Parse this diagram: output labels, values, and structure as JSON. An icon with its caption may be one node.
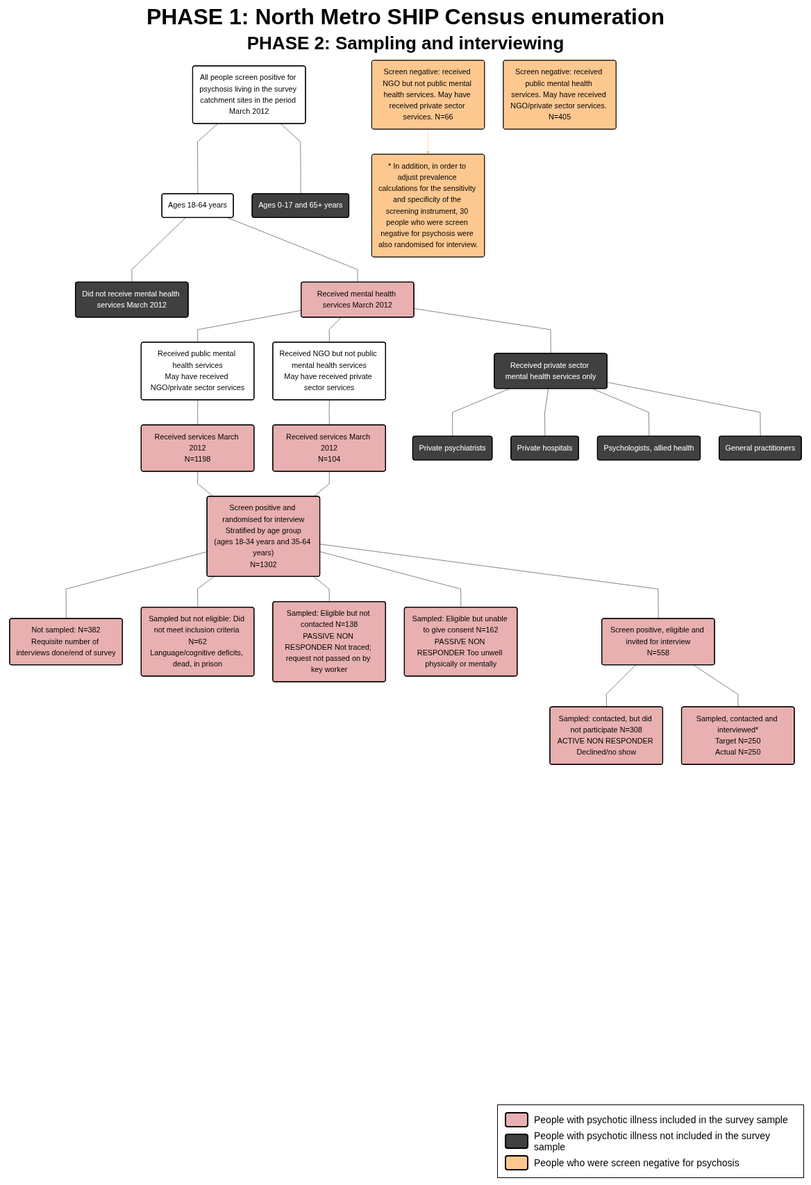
{
  "diagram": {
    "title": "PHASE 1: North Metro SHIP Census enumeration",
    "nodes": [
      {
        "text": [
          "Screen negative: received public mental health services. May have received NGO/private sector services. N=405"
        ]
      },
      {
        "text": [
          "Screen negative: received NGO but not public mental health services. May have received private sector services. N=66"
        ]
      },
      {
        "text": [
          "All people screen positive for psychosis living in the survey catchment sites in the period March 2012"
        ]
      },
      {
        "text": [
          "Ages 18-64 years"
        ]
      },
      {
        "text": [
          "Ages 0-17 and 65+ years"
        ]
      },
      {
        "text": [
          "Received mental health services March 2012"
        ]
      },
      {
        "text": [
          "Did not receive mental health services March 2012"
        ]
      },
      {
        "text": [
          "Received public mental health services",
          "May have received NGO/private sector services"
        ]
      },
      {
        "text": [
          "Received NGO but not public mental health services",
          "May have received private sector services"
        ]
      },
      {
        "text": [
          "Received private sector mental health services only"
        ]
      },
      {
        "text": [
          "Received services March 2012",
          "N=1198"
        ]
      },
      {
        "text": [
          "Received services March 2012",
          "N=104"
        ]
      },
      {
        "text": [
          "Private psychiatrists"
        ]
      },
      {
        "text": [
          "Private hospitals"
        ]
      },
      {
        "text": [
          "Psychologists, allied health"
        ]
      },
      {
        "text": [
          "General practitioners"
        ]
      },
      {
        "text": [
          "Screen positive and randomised for interview",
          "Stratified by age group",
          "(ages 18-34 years and 35-64 years)",
          "N=1302"
        ]
      },
      {
        "text": [
          "Not sampled: N=382",
          "Requisite number of interviews done/end of survey"
        ]
      },
      {
        "text": [
          "Sampled but not eligible: Did not meet inclusion criteria N=62",
          "Language/cognitive deficits, dead, in prison"
        ]
      },
      {
        "text": [
          "Sampled: Eligible but not contacted N=138",
          "PASSIVE NON RESPONDER Not traced; request not passed on by key worker"
        ]
      },
      {
        "text": [
          "Sampled: Eligible but unable to give consent N=162",
          "PASSIVE NON RESPONDER Too unwell physically or mentally"
        ]
      },
      {
        "text": [
          "Screen positive, eligible and invited for interview",
          "N=558"
        ]
      },
      {
        "text": [
          "Sampled: contacted, but did not participate N=308",
          "ACTIVE NON RESPONDER Declined/no show"
        ]
      },
      {
        "text": [
          "Sampled, contacted and interviewed*",
          "Target N=250",
          "Actual N=250"
        ]
      },
      {
        "text": [
          "* In addition, in order to adjust prevalence calculations for the sensitivity and specificity of the screening instrument, 30 people who were screen negative for psychosis were also randomised for interview."
        ]
      }
    ],
    "edges": [
      {
        "from": 2,
        "to": 3,
        "arrow": "none"
      },
      {
        "from": 2,
        "to": 4,
        "arrow": "none"
      },
      {
        "from": 3,
        "to": 5,
        "arrow": "none"
      },
      {
        "from": 3,
        "to": 6,
        "arrow": "none"
      },
      {
        "from": 5,
        "to": 7,
        "arrow": "none"
      },
      {
        "from": 5,
        "to": 8,
        "arrow": "none"
      },
      {
        "from": 5,
        "to": 9,
        "arrow": "none"
      },
      {
        "from": 7,
        "to": 10,
        "arrow": "none"
      },
      {
        "from": 8,
        "to": 11,
        "arrow": "none"
      },
      {
        "from": 9,
        "to": 12,
        "arrow": "none"
      },
      {
        "from": 9,
        "to": 13,
        "arrow": "none"
      },
      {
        "from": 9,
        "to": 14,
        "arrow": "none"
      },
      {
        "from": 9,
        "to": 15,
        "arrow": "none"
      },
      {
        "from": 10,
        "to": 16,
        "arrow": "none"
      },
      {
        "from": 11,
        "to": 16,
        "arrow": "none"
      },
      {
        "from": 16,
        "to": 17,
        "arrow": "none"
      },
      {
        "from": 16,
        "to": 18,
        "arrow": "none"
      },
      {
        "from": 16,
        "to": 19,
        "arrow": "none"
      },
      {
        "from": 16,
        "to": 20,
        "arrow": "none"
      },
      {
        "from": 16,
        "to": 21,
        "arrow": "none"
      },
      {
        "from": 21,
        "to": 22,
        "arrow": "none"
      },
      {
        "from": 21,
        "to": 23,
        "arrow": "none"
      },
      {
        "from": 1,
        "to": 24,
        "arrow": "to",
        "color": "#fdc38c"
      }
    ],
    "labels": [
      "PHASE 2: Sampling and interviewing"
    ],
    "legend": [
      {
        "text": "People with psychotic illness included in the survey sample",
        "color": "#e8b0b0"
      },
      {
        "text": "People with psychotic illness not included in the survey sample",
        "color": "#404040"
      },
      {
        "text": "People who were screen negative for psychosis",
        "color": "#fdc890"
      }
    ]
  }
}
